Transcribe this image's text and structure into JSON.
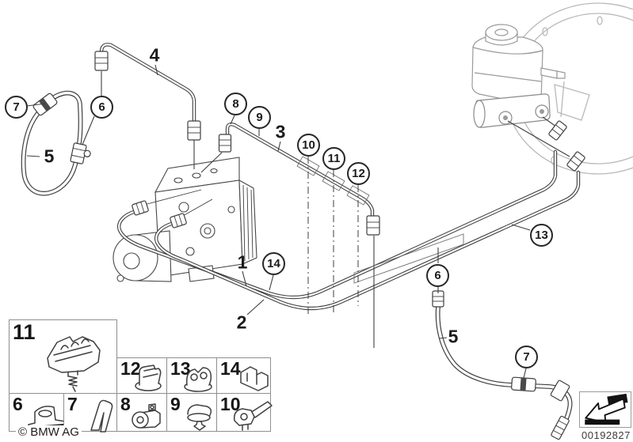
{
  "meta": {
    "background_color": "#ffffff",
    "line_color": "#3f3f3f",
    "light_line_color": "#b9b9b9",
    "description": "Brake pipe and hose routing parts diagram with numbered callouts"
  },
  "callouts": [
    {
      "id": "7-upper-left",
      "label": "7"
    },
    {
      "id": "6-upper-left",
      "label": "6"
    },
    {
      "id": "8",
      "label": "8"
    },
    {
      "id": "9",
      "label": "9"
    },
    {
      "id": "10",
      "label": "10"
    },
    {
      "id": "11",
      "label": "11"
    },
    {
      "id": "12",
      "label": "12"
    },
    {
      "id": "13",
      "label": "13"
    },
    {
      "id": "14",
      "label": "14"
    },
    {
      "id": "6-middle",
      "label": "6"
    },
    {
      "id": "7-lower-right",
      "label": "7"
    }
  ],
  "labels": [
    {
      "id": "4",
      "text": "4"
    },
    {
      "id": "3",
      "text": "3"
    },
    {
      "id": "5-upper-left",
      "text": "5"
    },
    {
      "id": "1",
      "text": "1"
    },
    {
      "id": "2",
      "text": "2"
    },
    {
      "id": "5-lower-right",
      "text": "5"
    }
  ],
  "legend": {
    "cells": [
      {
        "label": "11"
      },
      {
        "label": "12"
      },
      {
        "label": "13"
      },
      {
        "label": "14"
      },
      {
        "label": "6"
      },
      {
        "label": "7"
      },
      {
        "label": "8"
      },
      {
        "label": "9"
      },
      {
        "label": "10"
      }
    ]
  },
  "footer": {
    "copyright": "© BMW AG",
    "image_number": "00192827"
  }
}
